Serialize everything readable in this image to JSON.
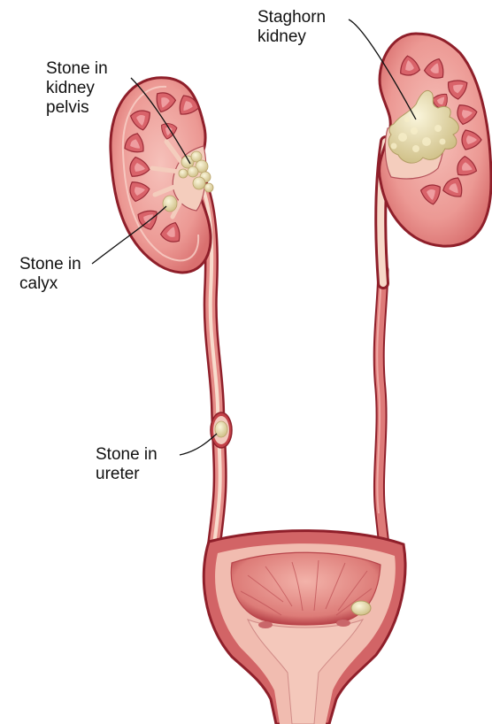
{
  "labels": {
    "staghorn": {
      "line1": "Staghorn",
      "line2": "kidney"
    },
    "pelvis": {
      "line1": "Stone in",
      "line2": "kidney",
      "line3": "pelvis"
    },
    "calyx": {
      "line1": "Stone in",
      "line2": "calyx"
    },
    "ureter": {
      "line1": "Stone in",
      "line2": "ureter"
    }
  },
  "colors": {
    "tissue": "#e98f8c",
    "tissue_dark": "#c7474a",
    "outline": "#8f1f2a",
    "pyramid": "#d86063",
    "stone": "#ece2b4",
    "stone_dark": "#c9b77a",
    "lining": "#f7d9c9",
    "background": "#ffffff"
  }
}
